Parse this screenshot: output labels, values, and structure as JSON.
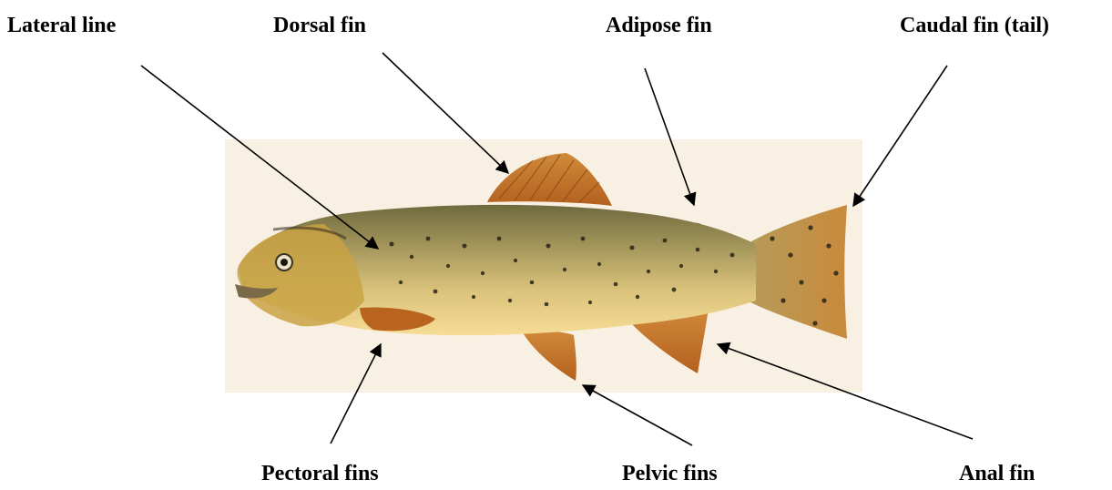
{
  "labels": {
    "lateral_line": "Lateral line",
    "dorsal_fin": "Dorsal fin",
    "adipose_fin": "Adipose fin",
    "caudal_fin": "Caudal fin (tail)",
    "pectoral_fins": "Pectoral fins",
    "pelvic_fins": "Pelvic fins",
    "anal_fin": "Anal fin"
  },
  "colors": {
    "background_panel": "#f7efe1",
    "body_top": "#8a7a4a",
    "body_mid": "#b8a564",
    "belly": "#f2d58a",
    "fin": "#c7762a",
    "spots": "#2b2418",
    "arrow": "#000000"
  }
}
